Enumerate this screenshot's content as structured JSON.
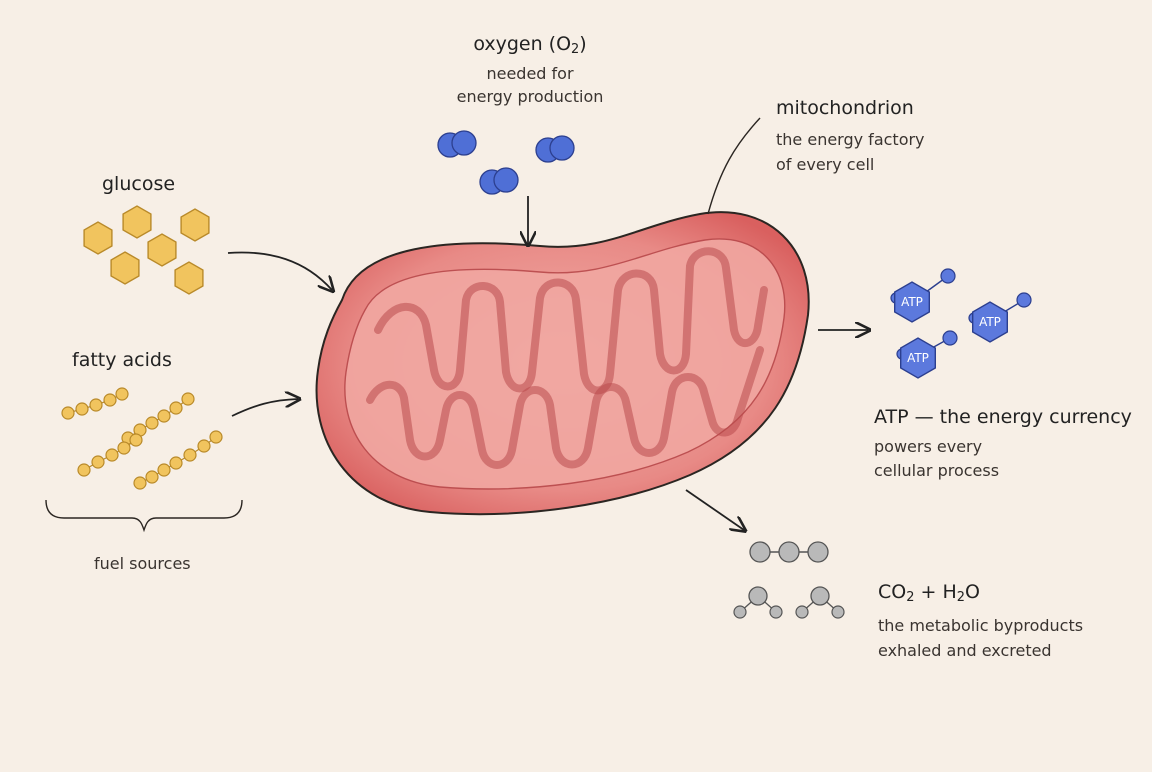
{
  "glucose": {
    "title": "glucose"
  },
  "fatty_acids": {
    "title": "fatty acids"
  },
  "fuel": {
    "caption": "fuel sources"
  },
  "oxygen": {
    "title_prefix": "oxygen (O",
    "title_sub": "2",
    "title_suffix": ")",
    "line1": "needed for",
    "line2": "energy production"
  },
  "mitochondrion": {
    "title": "mitochondrion",
    "line1": "the energy factory",
    "line2": "of every cell"
  },
  "atp": {
    "title": "ATP — the energy currency",
    "line1": "powers every",
    "line2": "cellular process",
    "molecule_label": "ATP"
  },
  "byproducts": {
    "co2_prefix": "CO",
    "co2_sub": "2",
    "plus": " + H",
    "h2o_sub": "2",
    "h2o_suffix": "O",
    "line1": "the metabolic byproducts",
    "line2": "exhaled and excreted"
  },
  "colors": {
    "background": "#f7efe6",
    "mitochondrion": "#e2787a",
    "glucose": "#f1c45e",
    "oxygen": "#4f6fd6",
    "atp": "#5c79dd",
    "byproduct": "#b9b9b9"
  }
}
